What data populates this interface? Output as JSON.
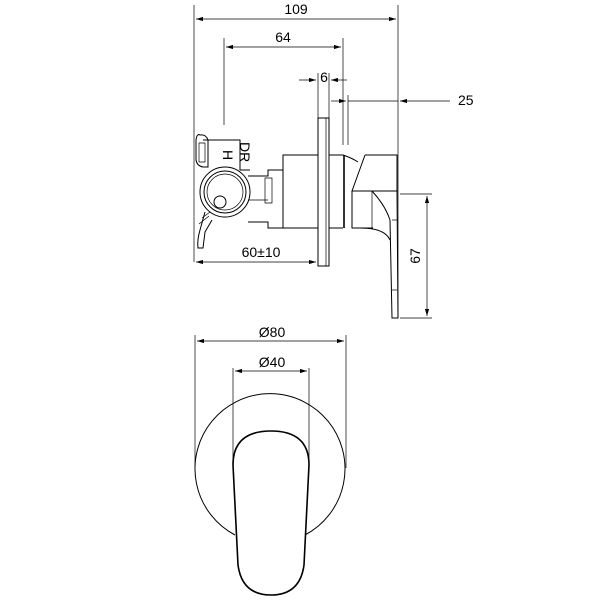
{
  "drawing": {
    "subject": "Concealed shower mixer valve with lever handle",
    "side_view": {
      "dimensions": {
        "overall_depth": "109",
        "body_to_plate": "64",
        "plate_thickness": "6",
        "handle_projection": "25",
        "install_depth": "60±10",
        "handle_height": "67"
      },
      "body_markings": {
        "marking_1": "DR",
        "marking_2": "H"
      }
    },
    "front_view": {
      "dimensions": {
        "plate_diameter": "Ø80",
        "handle_width": "Ø40"
      }
    }
  }
}
